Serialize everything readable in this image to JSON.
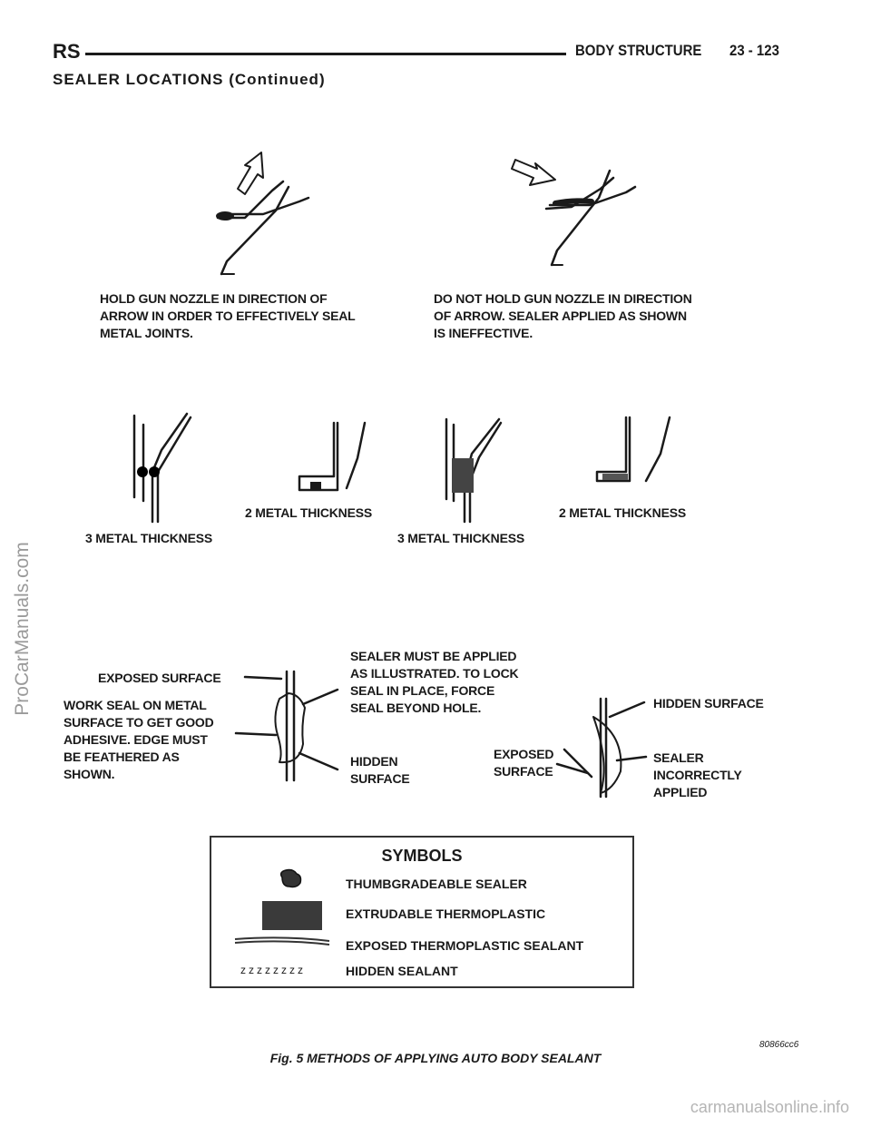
{
  "header": {
    "left_code": "RS",
    "section_title": "BODY STRUCTURE",
    "page_number": "23 - 123"
  },
  "section_heading": "SEALER LOCATIONS (Continued)",
  "panel_top": {
    "left_caption": [
      "HOLD GUN NOZZLE IN DIRECTION OF",
      "ARROW IN ORDER TO EFFECTIVELY SEAL",
      "METAL JOINTS."
    ],
    "right_caption": [
      "DO NOT HOLD GUN NOZZLE IN DIRECTION",
      "OF ARROW.  SEALER APPLIED AS SHOWN",
      "IS INEFFECTIVE."
    ]
  },
  "panel_mid": {
    "labels": [
      "3 METAL THICKNESS",
      "2 METAL THICKNESS",
      "3 METAL THICKNESS",
      "2 METAL THICKNESS"
    ]
  },
  "panel_bottom": {
    "exposed_surface": "EXPOSED SURFACE",
    "work_seal": [
      "WORK SEAL ON METAL",
      "SURFACE TO GET GOOD",
      "ADHESIVE. EDGE MUST",
      "BE FEATHERED AS",
      "SHOWN."
    ],
    "sealer_must": [
      "SEALER MUST BE APPLIED",
      "AS ILLUSTRATED. TO LOCK",
      "SEAL IN PLACE, FORCE",
      "SEAL BEYOND HOLE."
    ],
    "hidden_surface_left": [
      "HIDDEN",
      "SURFACE"
    ],
    "exposed_surface_right": [
      "EXPOSED",
      "SURFACE"
    ],
    "hidden_surface_right": "HIDDEN SURFACE",
    "sealer_incorrect": [
      "SEALER",
      "INCORRECTLY",
      "APPLIED"
    ]
  },
  "symbols": {
    "title": "SYMBOLS",
    "items": [
      "THUMBGRADEABLE SEALER",
      "EXTRUDABLE THERMOPLASTIC",
      "EXPOSED THERMOPLASTIC SEALANT",
      "HIDDEN SEALANT"
    ],
    "hidden_glyph": "zzzzzzzz"
  },
  "figure": {
    "ref_code": "80866cc6",
    "caption": "Fig. 5 METHODS OF APPLYING AUTO BODY SEALANT"
  },
  "watermark_side": "ProCarManuals.com",
  "watermark_footer": "carmanualsonline.info"
}
